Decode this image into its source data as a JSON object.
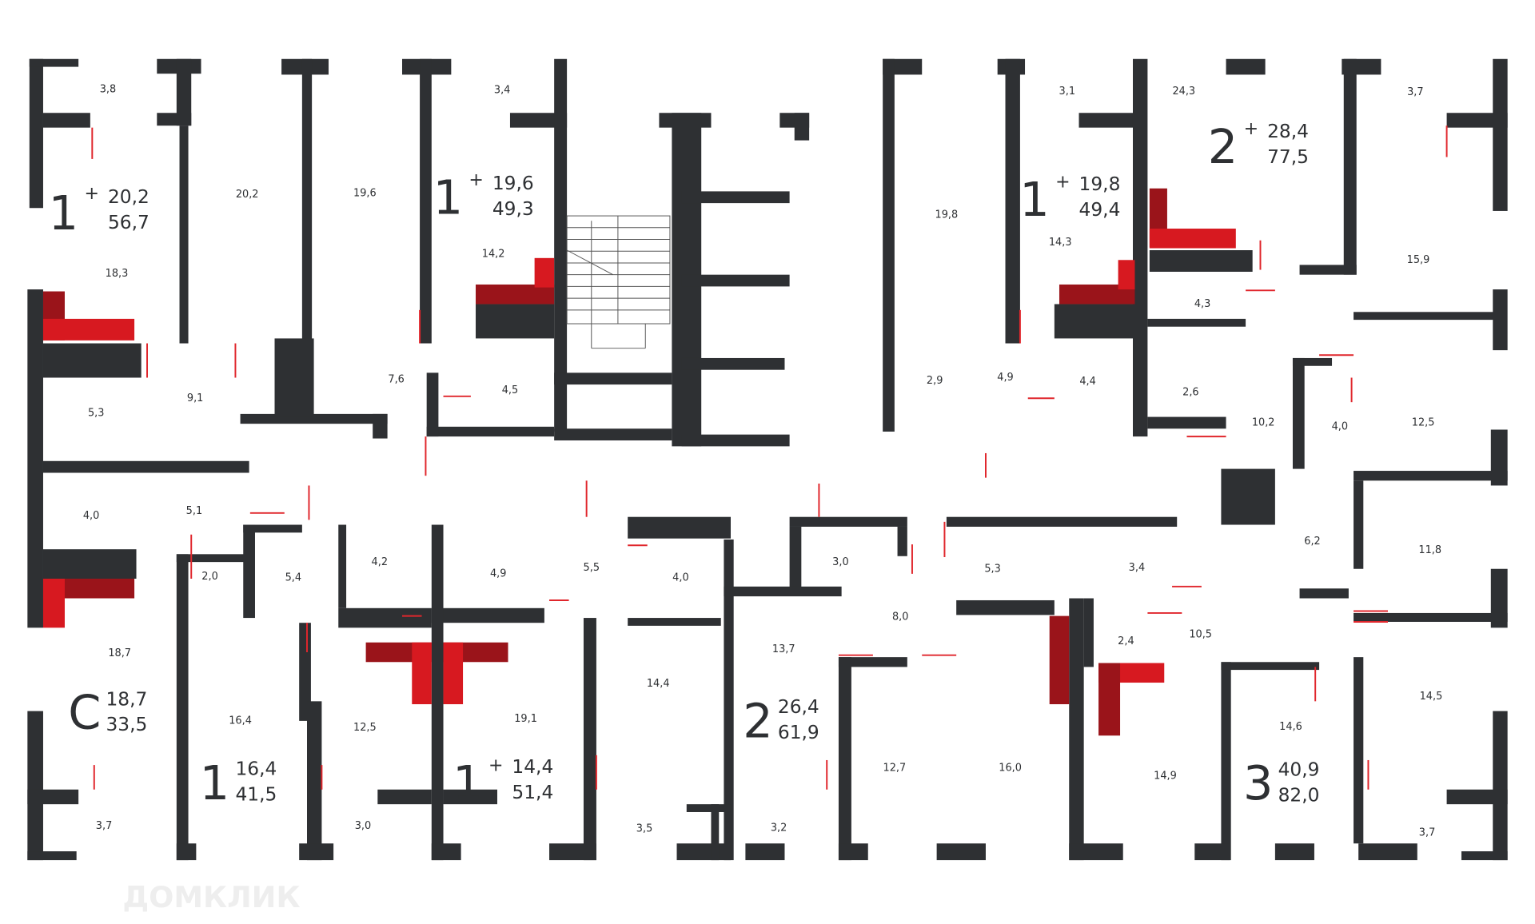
{
  "apartments": [
    {
      "type": "1",
      "plus": "+",
      "living": "20,2",
      "total": "56,7"
    },
    {
      "type": "1",
      "plus": "+",
      "living": "19,6",
      "total": "49,3"
    },
    {
      "type": "1",
      "plus": "+",
      "living": "19,8",
      "total": "49,4"
    },
    {
      "type": "2",
      "plus": "+",
      "living": "28,4",
      "total": "77,5"
    },
    {
      "type": "С",
      "plus": "",
      "living": "18,7",
      "total": "33,5"
    },
    {
      "type": "1",
      "plus": "",
      "living": "16,4",
      "total": "41,5"
    },
    {
      "type": "1",
      "plus": "+",
      "living": "14,4",
      "total": "51,4"
    },
    {
      "type": "2",
      "plus": "",
      "living": "26,4",
      "total": "61,9"
    },
    {
      "type": "3",
      "plus": "",
      "living": "40,9",
      "total": "82,0"
    }
  ],
  "rooms": [
    "3,8",
    "20,2",
    "19,6",
    "3,4",
    "18,3",
    "14,2",
    "9,1",
    "5,3",
    "7,6",
    "4,5",
    "4,0",
    "5,1",
    "2,0",
    "5,4",
    "4,2",
    "4,9",
    "5,5",
    "4,0",
    "18,7",
    "16,4",
    "12,5",
    "19,1",
    "14,4",
    "3,7",
    "3,0",
    "3,5",
    "3,2",
    "13,7",
    "3,0",
    "8,0",
    "5,3",
    "3,4",
    "2,4",
    "10,5",
    "12,7",
    "16,0",
    "14,9",
    "14,6",
    "14,5",
    "3,7",
    "11,8",
    "6,2",
    "12,5",
    "10,2",
    "4,0",
    "2,6",
    "4,3",
    "15,9",
    "3,7",
    "24,3",
    "3,1",
    "19,8",
    "14,3",
    "2,9",
    "4,9",
    "4,4"
  ],
  "watermark": "ДОМКЛИК",
  "colors": {
    "wall": "#2e3033",
    "kitchen": "#d71920",
    "door": "#e0262c"
  }
}
